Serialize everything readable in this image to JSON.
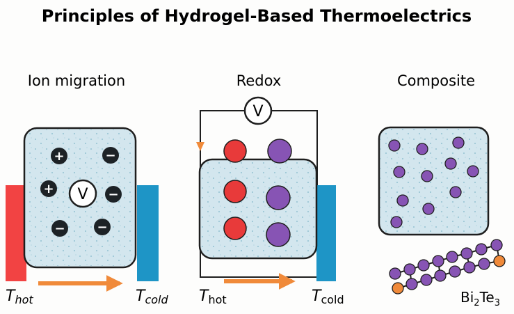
{
  "title": "Principles of Hydrogel-Based Thermoelectrics",
  "panels": [
    {
      "heading": "Ion migration",
      "voltmeter": "V",
      "hot_label": {
        "base": "T",
        "sub": "hot"
      },
      "cold_label": {
        "base": "T",
        "sub": "cold"
      }
    },
    {
      "heading": "Redox",
      "voltmeter": "V",
      "hot_label": {
        "base": "T",
        "sub": "hot"
      },
      "cold_label": {
        "base": "T",
        "sub": "cold"
      }
    },
    {
      "heading": "Composite",
      "material": {
        "el1": "Bi",
        "sub1": "2",
        "el2": "Te",
        "sub2": "3"
      }
    }
  ],
  "ions": {
    "positive": "+",
    "negative": "−"
  },
  "colors": {
    "hydrogel_fill": "#d3e6ee",
    "hydrogel_dot": "#9ec7d6",
    "hot": "#f24343",
    "cold": "#1e95c6",
    "arrow": "#f08a3a",
    "redox_red": "#e83a3a",
    "redox_purple": "#8754b4",
    "chain_orange": "#f08a3a",
    "ion_dark": "#1d2226",
    "outline": "#1e1e1e"
  }
}
